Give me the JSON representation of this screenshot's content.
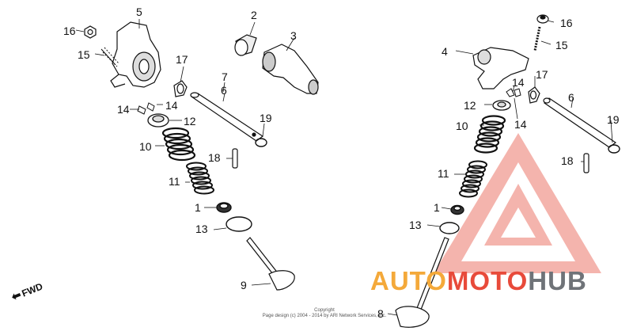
{
  "diagram": {
    "labels": {
      "l1": "1",
      "l2": "2",
      "l3": "3",
      "l4": "4",
      "l5": "5",
      "l6a": "6",
      "l6b": "6",
      "l7": "7",
      "l8": "8",
      "l9": "9",
      "l10a": "10",
      "l10b": "10",
      "l11a": "11",
      "l11b": "11",
      "l12a": "12",
      "l12b": "12",
      "l13a": "13",
      "l13b": "13",
      "l14a": "14",
      "l14b": "14",
      "l14c": "14",
      "l14d": "14",
      "l15a": "15",
      "l15b": "15",
      "l16a": "16",
      "l16b": "16",
      "l17a": "17",
      "l17b": "17",
      "l18a": "18",
      "l18b": "18",
      "l19a": "19",
      "l19b": "19",
      "l1b": "1"
    },
    "fwd_label": "FWD",
    "copyright_line1": "Copyright",
    "copyright_line2": "Page design (c) 2004 - 2014 by ARI Network Services, Inc."
  },
  "watermark": {
    "part1": "AUTO",
    "part2": "MOTO",
    "part3": "HUB",
    "colors": {
      "auto": "#f4a93a",
      "moto": "#e84a3a",
      "hub": "#6f7378",
      "triangle": "#f08a80"
    }
  }
}
